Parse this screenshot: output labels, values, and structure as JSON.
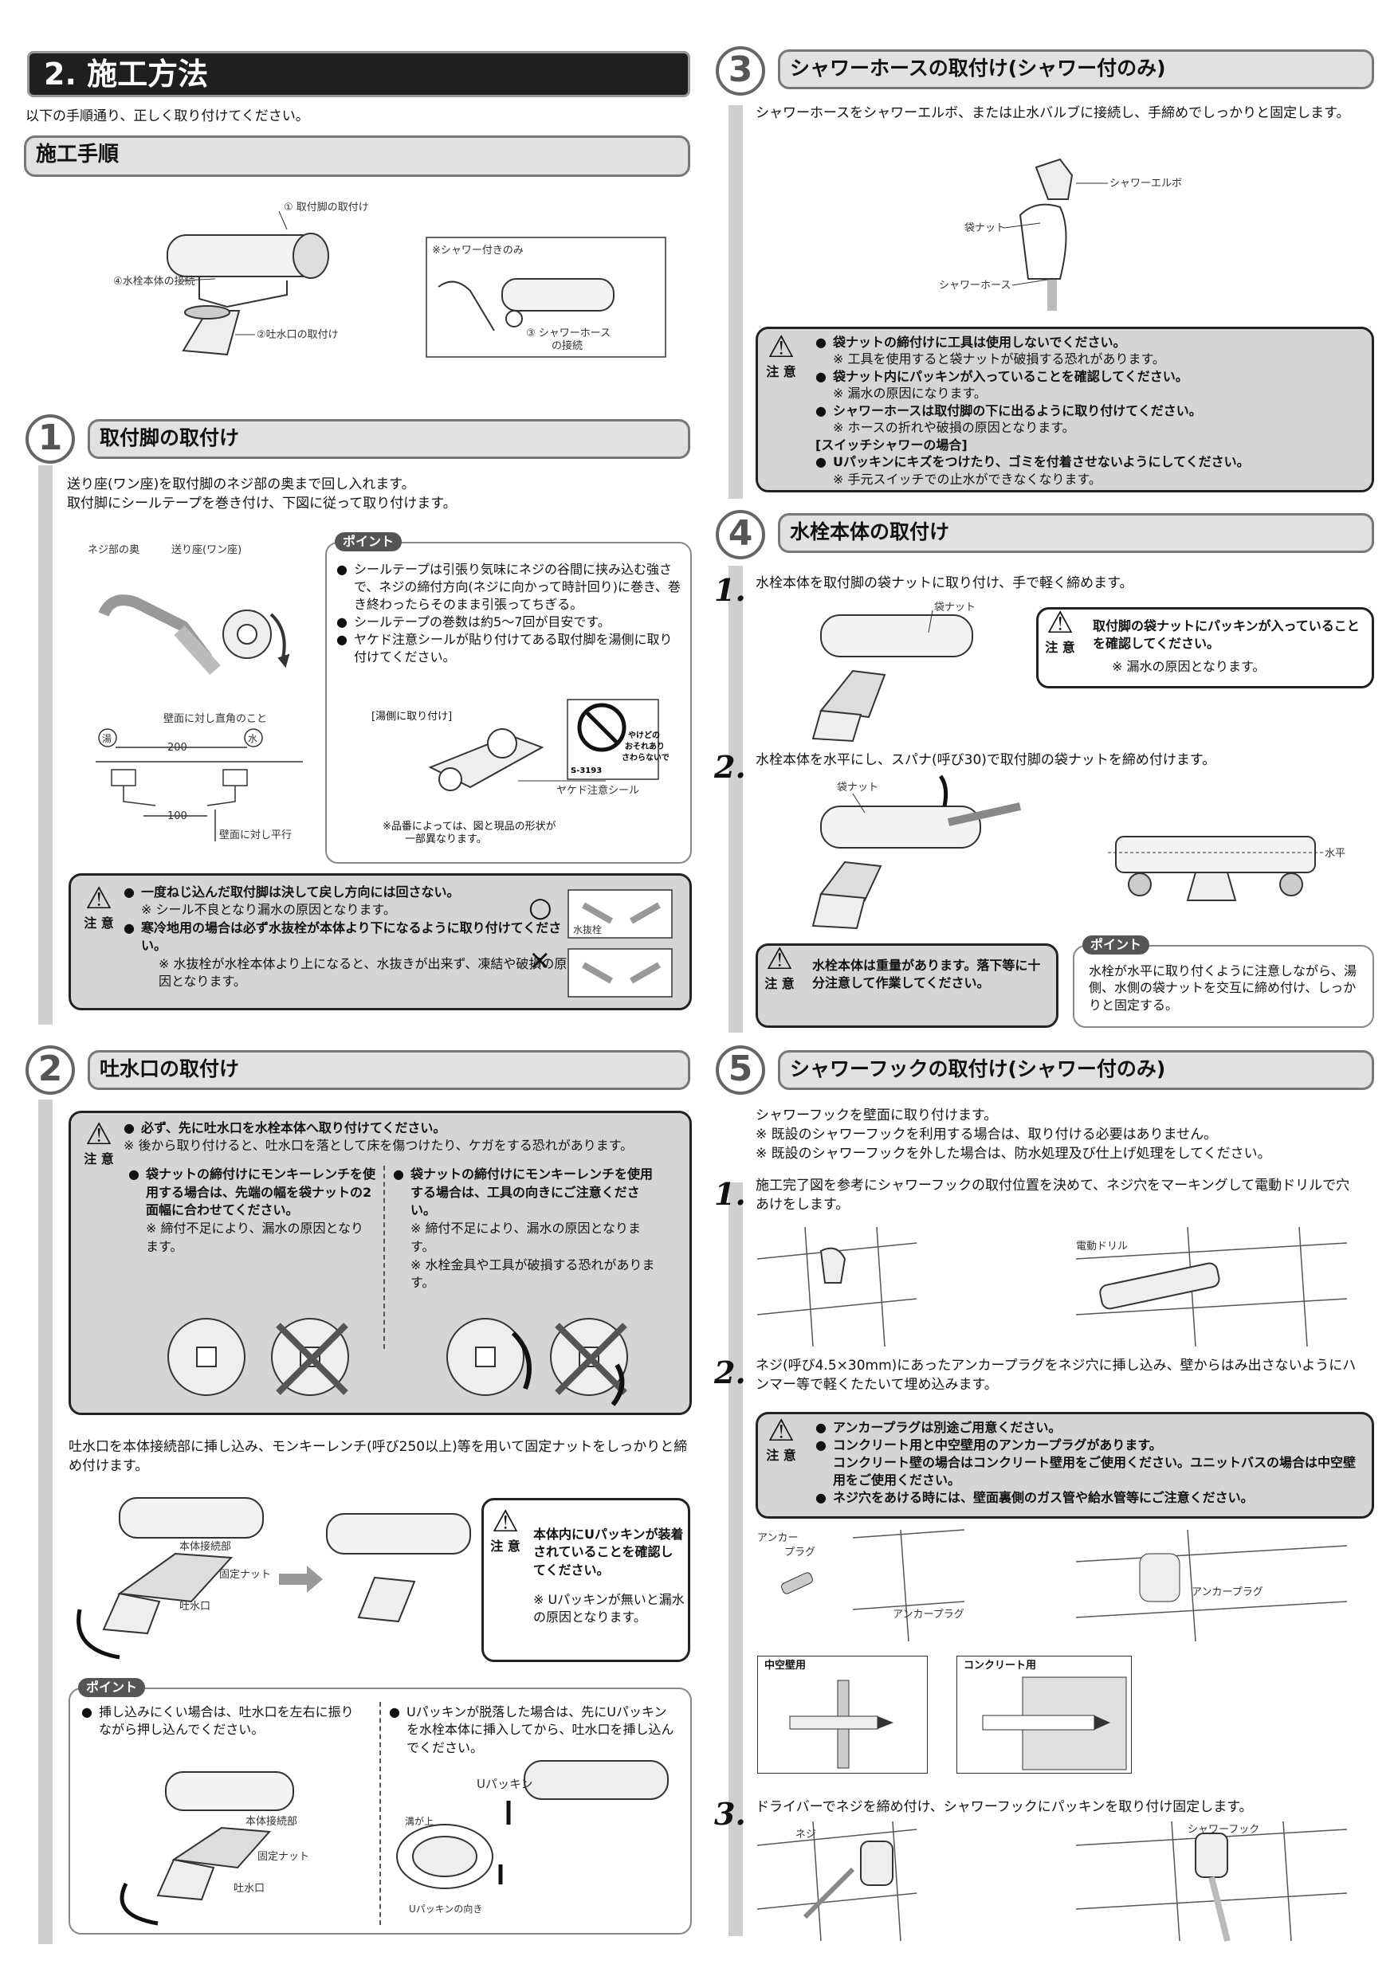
{
  "title": "2. 施工方法",
  "intro": "以下の手順通り、正しく取り付けてください。",
  "procedure_heading": "施工手順",
  "overview": {
    "label1": "① 取付脚の取付け",
    "label2": "②吐水口の取付け",
    "label4": "④水栓本体の接続",
    "shower_only": "※シャワー付きのみ",
    "label3": "③ シャワーホース",
    "label3b": "の接続"
  },
  "step1": {
    "num": "1",
    "title": "取付脚の取付け",
    "text1": "送り座(ワン座)を取付脚のネジ部の奥まで回し入れます。",
    "text2": "取付脚にシールテープを巻き付け、下図に従って取り付けます。",
    "lbl_screw": "ネジ部の奥",
    "lbl_seat": "送り座(ワン座)",
    "lbl_right_angle": "壁面に対し直角のこと",
    "lbl_hot": "湯",
    "lbl_cold": "水",
    "lbl_200": "200",
    "lbl_100": "100",
    "lbl_parallel": "壁面に対し平行",
    "point_tag": "ポイント",
    "point1": "シールテープは引張り気味にネジの谷間に挟み込む強さで、ネジの締付方向(ネジに向かって時計回り)に巻き、巻き終わったらそのまま引張ってちぎる。",
    "point2": "シールテープの巻数は約5〜7回が目安です。",
    "point3": "ヤケド注意シールが貼り付けてある取付脚を湯側に取り付けてください。",
    "hot_side": "[湯側に取り付け]",
    "sticker_code": "S-3193",
    "sticker_text1": "やけどの",
    "sticker_text2": "おそれあり",
    "sticker_text3": "さわらないで",
    "burn_sticker": "ヤケド注意シール",
    "product_note1": "※品番によっては、図と現品の形状が",
    "product_note2": "一部異なります。",
    "caution_label": "注 意",
    "c1": "一度ねじ込んだ取付脚は決して戻し方向には回さない。",
    "c1n": "※ シール不良となり漏水の原因となります。",
    "c2": "寒冷地用の場合は必ず水抜栓が本体より下になるように取り付けてください。",
    "c2n": "※ 水抜栓が水栓本体より上になると、水抜きが出来ず、凍結や破損の原因となります。",
    "drain": "水抜栓",
    "ok": "○",
    "ng": "×"
  },
  "step2": {
    "num": "2",
    "title": "吐水口の取付け",
    "caution_label": "注 意",
    "c1": "必ず、先に吐水口を水栓本体へ取り付けてください。",
    "c1n": "※ 後から取り付けると、吐水口を落として床を傷つけたり、ケガをする恐れがあります。",
    "c2": "袋ナットの締付けにモンキーレンチを使用する場合は、先端の幅を袋ナットの2面幅に合わせてください。",
    "c2n": "※ 締付不足により、漏水の原因となります。",
    "c3": "袋ナットの締付けにモンキーレンチを使用する場合は、工具の向きにご注意ください。",
    "c3n1": "※ 締付不足により、漏水の原因となります。",
    "c3n2": "※ 水栓金具や工具が破損する恐れがあります。",
    "text": "吐水口を本体接続部に挿し込み、モンキーレンチ(呼び250以上)等を用いて固定ナットをしっかりと締め付けます。",
    "lbl_body": "本体接続部",
    "lbl_nut": "固定ナット",
    "lbl_spout": "吐水口",
    "caution2": "本体内にUパッキンが装着されていることを確認してください。",
    "caution2n": "※ Uパッキンが無いと漏水の原因となります。",
    "point_tag": "ポイント",
    "p1": "挿し込みにくい場合は、吐水口を左右に振りながら押し込んでください。",
    "p2": "Uパッキンが脱落した場合は、先にUパッキンを水栓本体に挿入してから、吐水口を挿し込んでください。",
    "lbl_upack": "Uパッキン",
    "lbl_groove": "溝が上",
    "lbl_dir": "Uパッキンの向き"
  },
  "step3": {
    "num": "3",
    "title": "シャワーホースの取付け(シャワー付のみ)",
    "text": "シャワーホースをシャワーエルボ、または止水バルブに接続し、手締めでしっかりと固定します。",
    "lbl_elbow": "シャワーエルボ",
    "lbl_nut": "袋ナット",
    "lbl_hose": "シャワーホース",
    "caution_label": "注 意",
    "c1": "袋ナットの締付けに工具は使用しないでください。",
    "c1n": "※ 工具を使用すると袋ナットが破損する恐れがあります。",
    "c2": "袋ナット内にパッキンが入っていることを確認してください。",
    "c2n": "※ 漏水の原因になります。",
    "c3": "シャワーホースは取付脚の下に出るように取り付けてください。",
    "c3n": "※ ホースの折れや破損の原因となります。",
    "c4h": "[スイッチシャワーの場合]",
    "c4": "Uパッキンにキズをつけたり、ゴミを付着させないようにしてください。",
    "c4n": "※ 手元スイッチでの止水ができなくなります。"
  },
  "step4": {
    "num": "4",
    "title": "水栓本体の取付け",
    "s1": "水栓本体を取付脚の袋ナットに取り付け、手で軽く締めます。",
    "lbl_nut": "袋ナット",
    "caution_label": "注 意",
    "c1": "取付脚の袋ナットにパッキンが入っていることを確認してください。",
    "c1n": "※ 漏水の原因となります。",
    "s2": "水栓本体を水平にし、スパナ(呼び30)で取付脚の袋ナットを締め付けます。",
    "lbl_nut2": "袋ナット",
    "lbl_level": "水平",
    "c2": "水栓本体は重量があります。落下等に十分注意して作業してください。",
    "point_tag": "ポイント",
    "p": "水栓が水平に取り付くように注意しながら、湯側、水側の袋ナットを交互に締め付け、しっかりと固定する。"
  },
  "step5": {
    "num": "5",
    "title": "シャワーフックの取付け(シャワー付のみ)",
    "t1": "シャワーフックを壁面に取り付けます。",
    "t2": "※ 既設のシャワーフックを利用する場合は、取り付ける必要はありません。",
    "t3": "※ 既設のシャワーフックを外した場合は、防水処理及び仕上げ処理をしてください。",
    "s1": "施工完了図を参考にシャワーフックの取付位置を決めて、ネジ穴をマーキングして電動ドリルで穴あけをします。",
    "lbl_drill": "電動ドリル",
    "s2": "ネジ(呼び4.5×30mm)にあったアンカープラグをネジ穴に挿し込み、壁からはみ出さないようにハンマー等で軽くたたいて埋め込みます。",
    "caution_label": "注 意",
    "c1": "アンカープラグは別途ご用意ください。",
    "c2": "コンクリート用と中空壁用のアンカープラグがあります。",
    "c2b": "コンクリート壁の場合はコンクリート壁用をご使用ください。ユニットバスの場合は中空壁用をご使用ください。",
    "c3": "ネジ穴をあける時には、壁面裏側のガス管や給水管等にご注意ください。",
    "lbl_anchor1": "アンカー",
    "lbl_anchor1b": "プラグ",
    "lbl_anchor2": "アンカープラグ",
    "lbl_anchor3": "アンカープラグ",
    "lbl_hollow": "中空壁用",
    "lbl_concrete": "コンクリート用",
    "s3": "ドライバーでネジを締め付け、シャワーフックにパッキンを取り付け固定します。",
    "lbl_screw": "ネジ",
    "lbl_hook": "シャワーフック"
  },
  "bignums": {
    "n1": "1.",
    "n2": "2.",
    "n3": "3."
  }
}
